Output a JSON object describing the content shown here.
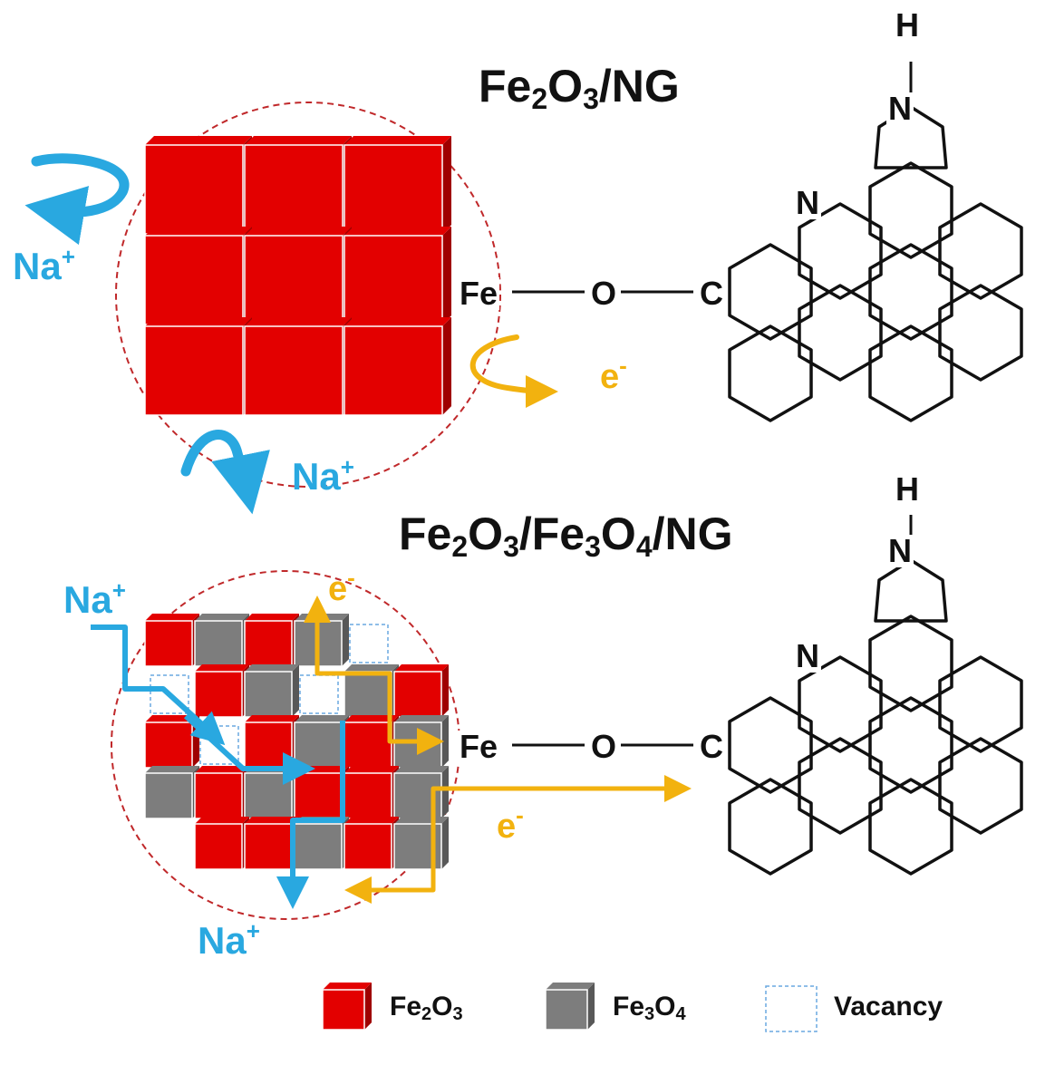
{
  "panels": {
    "top": {
      "title": {
        "base": "Fe",
        "s1": "2",
        "mid": "O",
        "s2": "3",
        "tail": "/NG"
      },
      "ion_label": {
        "text": "Na",
        "charge": "+"
      },
      "electron_label": {
        "text": "e",
        "charge": "-"
      }
    },
    "bottom": {
      "title": {
        "p1": "Fe",
        "s1": "2",
        "p2": "O",
        "s2": "3",
        "p3": "/Fe",
        "s3": "3",
        "p4": "O",
        "s4": "4",
        "p5": "/NG"
      },
      "ion_label": {
        "text": "Na",
        "charge": "+"
      },
      "electron_label": {
        "text": "e",
        "charge": "-"
      }
    }
  },
  "graphene": {
    "atoms": {
      "fe": "Fe",
      "o": "O",
      "c": "C",
      "n": "N",
      "h": "H"
    }
  },
  "legend": {
    "fe2o3": {
      "a": "Fe",
      "s1": "2",
      "b": "O",
      "s2": "3"
    },
    "fe3o4": {
      "a": "Fe",
      "s1": "3",
      "b": "O",
      "s2": "4"
    },
    "vacancy": "Vacancy"
  },
  "colors": {
    "fe2o3": "#e30000",
    "fe3o4": "#7d7d7d",
    "sodium_ion": "#29a8e0",
    "electron": "#f2b20f",
    "particle_outline": "#c0282a"
  },
  "bottom_grid": [
    [
      "fe2o3",
      "fe3o4",
      "fe2o3",
      "fe3o4",
      "vacancy"
    ],
    [
      "vacancy",
      "fe2o3",
      "fe3o4",
      "vacancy",
      "fe3o4",
      "fe2o3"
    ],
    [
      "fe2o3",
      "vacancy",
      "fe2o3",
      "fe3o4",
      "fe2o3",
      "fe3o4"
    ],
    [
      "fe3o4",
      "fe2o3",
      "fe3o4",
      "fe2o3",
      "fe2o3",
      "fe3o4"
    ],
    [
      "fe2o3",
      "fe2o3",
      "fe3o4",
      "fe2o3",
      "fe3o4"
    ]
  ]
}
